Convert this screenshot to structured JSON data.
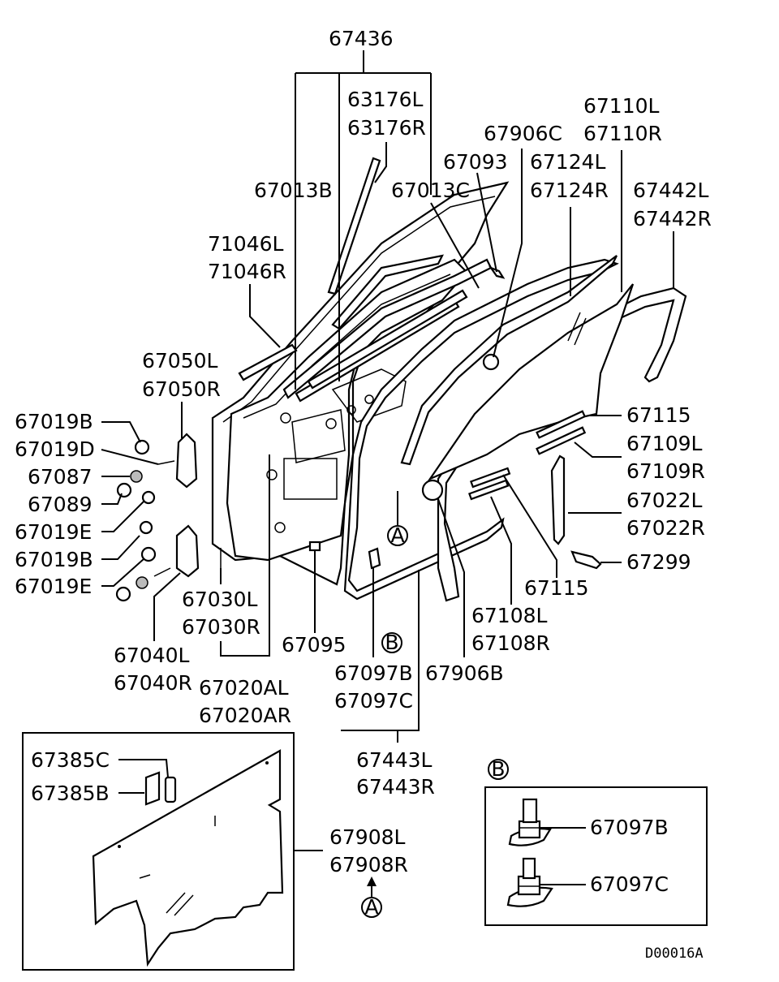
{
  "labels": {
    "p67436": "67436",
    "p63176L": "63176L",
    "p63176R": "63176R",
    "p67110L": "67110L",
    "p67110R": "67110R",
    "p67906C": "67906C",
    "p67093": "67093",
    "p67124L": "67124L",
    "p67124R": "67124R",
    "p67013B": "67013B",
    "p67013C": "67013C",
    "p67442L": "67442L",
    "p67442R": "67442R",
    "p71046L": "71046L",
    "p71046R": "71046R",
    "p67050L": "67050L",
    "p67050R": "67050R",
    "p67019B_a": "67019B",
    "p67019D": "67019D",
    "p67087": "67087",
    "p67089": "67089",
    "p67019E_a": "67019E",
    "p67019B_b": "67019B",
    "p67019E_b": "67019E",
    "p67115_a": "67115",
    "p67109L": "67109L",
    "p67109R": "67109R",
    "p67022L": "67022L",
    "p67022R": "67022R",
    "p67299": "67299",
    "p67115_b": "67115",
    "p67030L": "67030L",
    "p67030R": "67030R",
    "p67095": "67095",
    "p67108L": "67108L",
    "p67108R": "67108R",
    "p67040L": "67040L",
    "p67040R": "67040R",
    "p67020AL": "67020AL",
    "p67020AR": "67020AR",
    "p67097B_a": "67097B",
    "p67097C_a": "67097C",
    "p67906B": "67906B",
    "p67443L": "67443L",
    "p67443R": "67443R",
    "p67385C": "67385C",
    "p67385B": "67385B",
    "p67908L": "67908L",
    "p67908R": "67908R",
    "p67097B_b": "67097B",
    "p67097C_b": "67097C",
    "ref_A1": "A",
    "ref_B1": "B",
    "ref_A2": "A",
    "ref_B2": "B",
    "code": "D00016A"
  }
}
